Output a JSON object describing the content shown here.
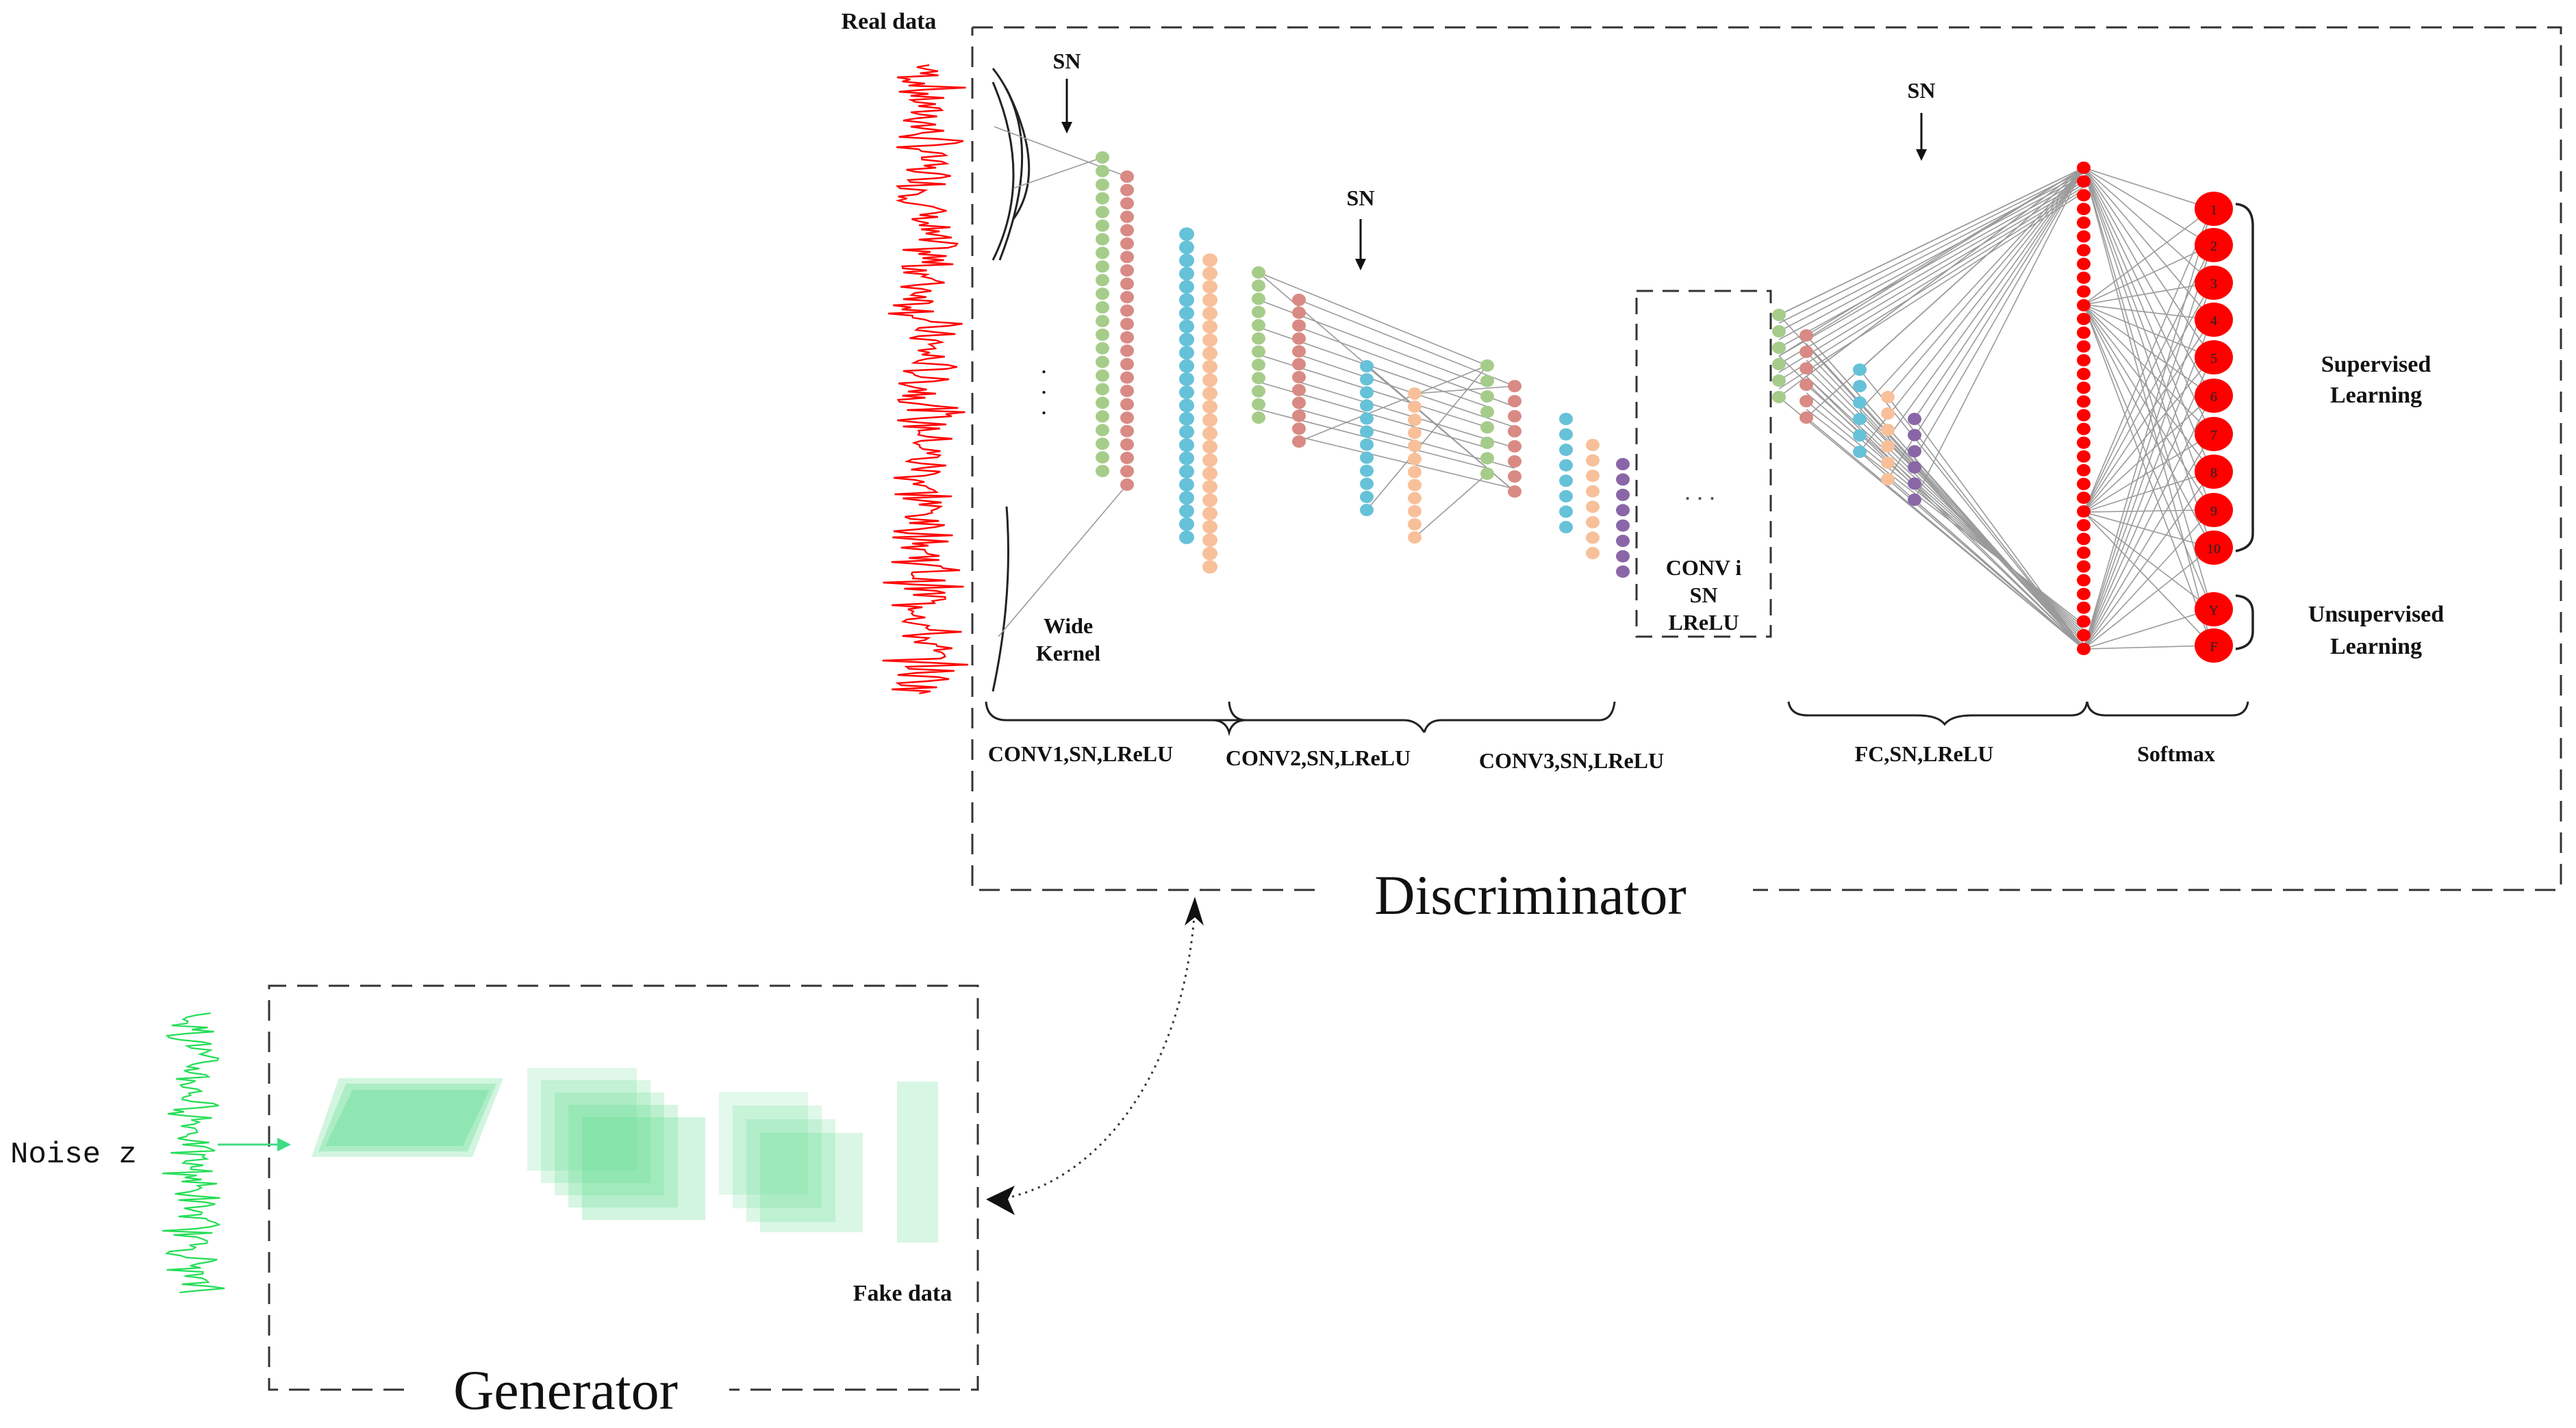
{
  "labels": {
    "real_data": "Real data",
    "sn": "SN",
    "wide_kernel_line1": "Wide",
    "wide_kernel_line2": "Kernel",
    "conv1": "CONV1,SN,LReLU",
    "conv2": "CONV2,SN,LReLU",
    "conv3": "CONV3,SN,LReLU",
    "convi_line1": "CONV i",
    "convi_line2": "SN",
    "convi_line3": "LReLU",
    "fc": "FC,SN,LReLU",
    "softmax": "Softmax",
    "supervised_line1": "Supervised",
    "supervised_line2": "Learning",
    "unsupervised_line1": "Unsupervised",
    "unsupervised_line2": "Learning",
    "discriminator": "Discriminator",
    "generator": "Generator",
    "noise": "Noise z",
    "fake_data": "Fake data",
    "dots_vertical": ".\n.\n.",
    "dots_horizontal": ". . ."
  },
  "output_classes": [
    "1",
    "2",
    "3",
    "4",
    "5",
    "6",
    "7",
    "8",
    "9",
    "10"
  ],
  "unsupervised_classes": [
    "Y",
    "F"
  ],
  "colors": {
    "real_signal": "#ff0000",
    "noise_signal": "#22dd55",
    "green_layer": "#a6cc8a",
    "pink_layer": "#d98a84",
    "blue_layer": "#66c2d8",
    "orange_layer": "#f8c09a",
    "purple_layer": "#8a66a8",
    "output_red": "#ff0000",
    "generator_fill": "#5fdc8f",
    "dashed_border": "#333333",
    "connection": "#999999"
  }
}
